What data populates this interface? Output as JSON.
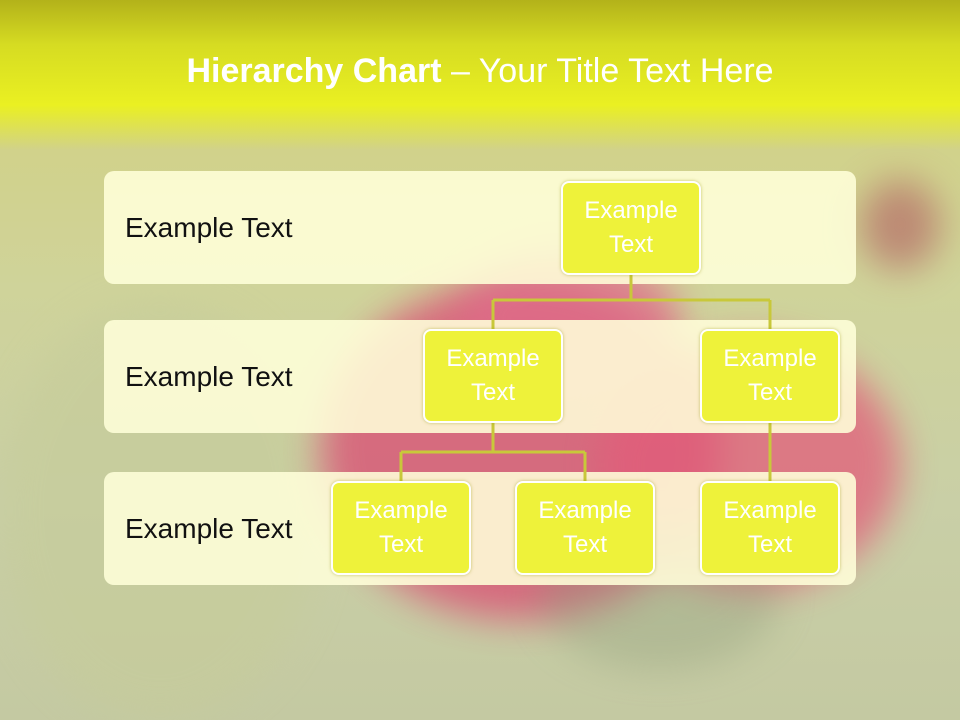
{
  "title": {
    "bold": "Hierarchy Chart",
    "rest": " – Your Title Text Here"
  },
  "bands": [
    {
      "label": "Example Text"
    },
    {
      "label": "Example Text"
    },
    {
      "label": "Example Text"
    }
  ],
  "nodes": {
    "root": "Example\nText",
    "level2_left": "Example Text",
    "level2_right": "Example Text",
    "level3_a": "Example Text",
    "level3_b": "Example Text",
    "level3_c": "Example Text"
  },
  "colors": {
    "header": "#eaf022",
    "node_fill": "#eef23a",
    "node_border": "#ffffff",
    "connector": "#c8c83a",
    "band_fill": "#ffffda"
  }
}
